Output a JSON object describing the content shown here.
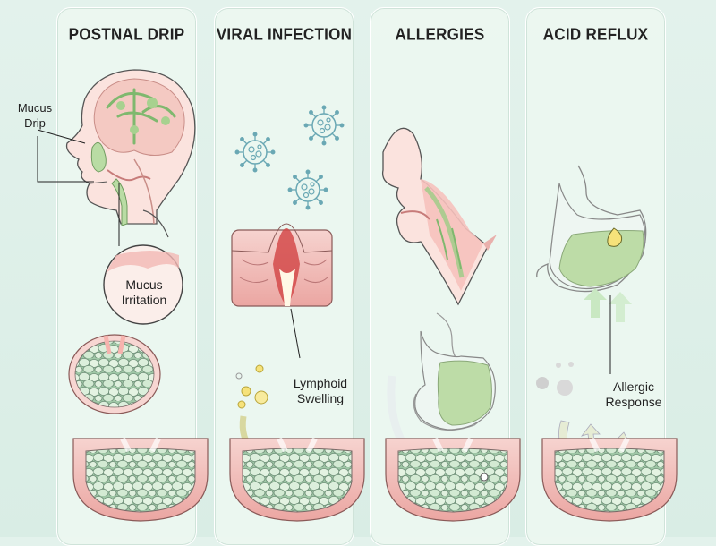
{
  "panels": [
    {
      "title": "POSTNAL DRIP",
      "labels": {
        "mucus_drip_line1": "Mucus",
        "mucus_drip_line2": "Drip",
        "mucus_irritation_line1": "Mucus",
        "mucus_irritation_line2": "Irritation"
      }
    },
    {
      "title": "VIRAL INFECTION",
      "labels": {
        "lymphoid_swelling_line1": "Lymphoid",
        "lymphoid_swelling_line2": "Swelling"
      }
    },
    {
      "title": "ALLERGIES",
      "labels": {}
    },
    {
      "title": "ACID REFLUX",
      "labels": {
        "allergic_response_line1": "Allergic",
        "allergic_response_line2": "Response"
      }
    }
  ],
  "colors": {
    "panel_bg": "#ecf7f1",
    "tissue_pink": "#f2b8b4",
    "tissue_dark": "#c77c7a",
    "mucus_green": "#b9dca4",
    "stone_green": "#d8efd8",
    "virus_teal": "#6aa8b4",
    "outline": "#555555"
  }
}
